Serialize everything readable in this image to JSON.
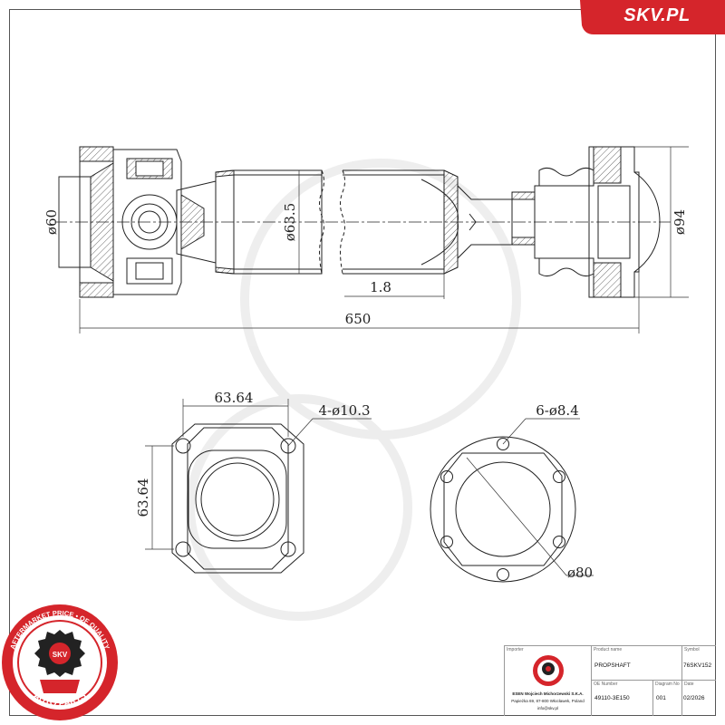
{
  "brand": {
    "name": "SKV.PL",
    "color": "#d5252b"
  },
  "dimensions": {
    "d60": "ø60",
    "d63_5": "ø63.5",
    "d94": "ø94",
    "wall": "1.8",
    "length": "650",
    "flange_width": "63.64",
    "flange_height": "63.64",
    "flange_holes": "4-ø10.3",
    "disc_holes": "6-ø8.4",
    "disc_dia": "ø80"
  },
  "stamp": {
    "top_text": "AFTERMARKET PRICE • OF QUALITY",
    "bottom_text": "AUTO PARTS",
    "center_text": "SKV",
    "color": "#d5252b"
  },
  "title_block": {
    "importer_label": "Importer",
    "importer_name": "ESEN Wojciech Michorzewski S.K.A.",
    "importer_addr": "Papieżka 69, 87-800 Włocławek, Poland",
    "importer_mail": "info@skv.pl",
    "product_label": "Product name",
    "product_value": "PROPSHAFT",
    "symbol_label": "Symbol",
    "symbol_value": "76SKV152",
    "oe_label": "OE Number",
    "oe_value": "49110-3E150",
    "diagram_label": "Diagram No",
    "diagram_value": "001",
    "date_label": "Date",
    "date_value": "02/2026"
  }
}
